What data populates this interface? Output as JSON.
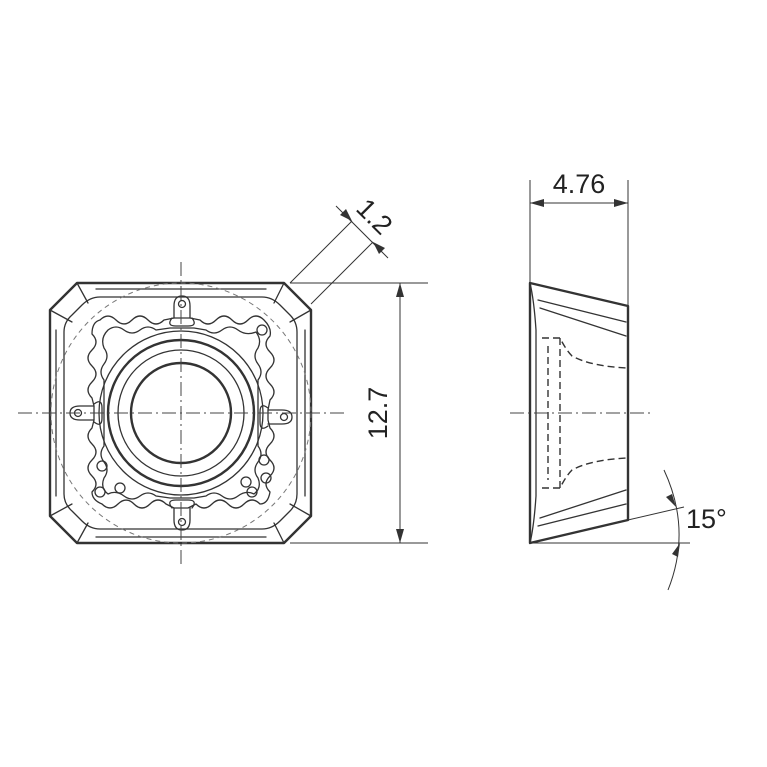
{
  "dimensions": {
    "chip_width": "1.2",
    "height": "12.7",
    "thickness": "4.76",
    "clearance_angle": "15°"
  }
}
